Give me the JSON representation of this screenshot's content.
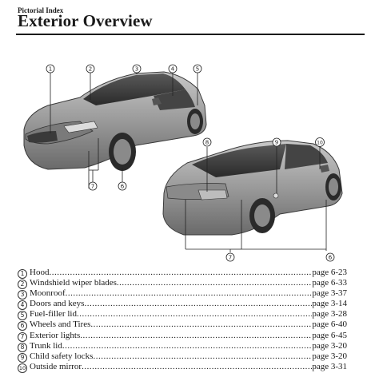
{
  "header": {
    "section": "Pictorial Index",
    "title": "Exterior Overview"
  },
  "callouts": {
    "front_car": [
      "1",
      "2",
      "3",
      "4",
      "5",
      "7",
      "6"
    ],
    "rear_car": [
      "8",
      "9",
      "10",
      "7",
      "6"
    ]
  },
  "items": [
    {
      "num": "1",
      "label": "Hood",
      "page": "page 6-23"
    },
    {
      "num": "2",
      "label": "Windshield wiper blades",
      "page": "page 6-33"
    },
    {
      "num": "3",
      "label": "Moonroof",
      "page": "page 3-37"
    },
    {
      "num": "4",
      "label": "Doors and keys",
      "page": "page 3-14"
    },
    {
      "num": "5",
      "label": "Fuel-filler lid",
      "page": "page 3-28"
    },
    {
      "num": "6",
      "label": "Wheels and Tires",
      "page": "page 6-40"
    },
    {
      "num": "7",
      "label": "Exterior lights",
      "page": "page 6-45"
    },
    {
      "num": "8",
      "label": "Trunk lid",
      "page": "page 3-20"
    },
    {
      "num": "9",
      "label": "Child safety locks",
      "page": "page 3-20"
    },
    {
      "num": "10",
      "label": "Outside mirror",
      "page": "page 3-31"
    }
  ]
}
